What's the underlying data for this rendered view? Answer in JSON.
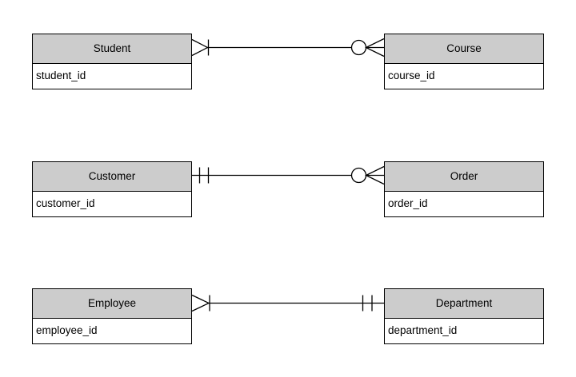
{
  "diagram": {
    "type": "entity-relationship",
    "notation": "crows-foot",
    "colors": {
      "background": "#ffffff",
      "entity_header_fill": "#cccccc",
      "entity_body_fill": "#ffffff",
      "border": "#000000",
      "text": "#000000",
      "line": "#000000"
    },
    "entities": [
      {
        "name": "Student",
        "attribute": "student_id"
      },
      {
        "name": "Course",
        "attribute": "course_id"
      },
      {
        "name": "Customer",
        "attribute": "customer_id"
      },
      {
        "name": "Order",
        "attribute": "order_id"
      },
      {
        "name": "Employee",
        "attribute": "employee_id"
      },
      {
        "name": "Department",
        "attribute": "department_id"
      }
    ],
    "relationships": [
      {
        "from": "Student",
        "to": "Course",
        "from_cardinality": "one-or-many (crow-foot + tick)",
        "to_cardinality": "zero-or-many (circle + crow-foot)"
      },
      {
        "from": "Customer",
        "to": "Order",
        "from_cardinality": "exactly-one (double tick)",
        "to_cardinality": "zero-or-many (circle + crow-foot)"
      },
      {
        "from": "Employee",
        "to": "Department",
        "from_cardinality": "one-or-many (crow-foot + tick)",
        "to_cardinality": "exactly-one (double tick)"
      }
    ]
  }
}
